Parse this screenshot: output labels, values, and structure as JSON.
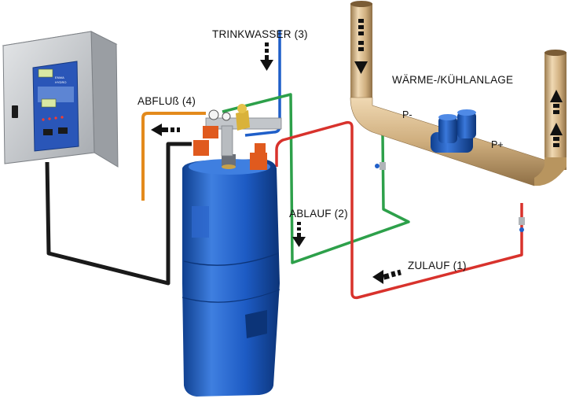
{
  "labels": {
    "trinkwasser": "TRINKWASSER (3)",
    "abfluss": "ABFLUß (4)",
    "ablauf": "ABLAUF (2)",
    "zulauf": "ZULAUF (1)",
    "anlage": "WÄRME-/KÜHLANLAGE",
    "p_minus": "P-",
    "p_plus": "P+"
  },
  "controller": {
    "brand": "ENWA",
    "model": "HYDRO"
  },
  "colors": {
    "drinking_water_line": "#1f5fc9",
    "drain_line": "#e38a1c",
    "return_line": "#2da04a",
    "supply_line": "#d8322c",
    "cable": "#1a1a1a",
    "vessel": "#1d5bc4",
    "pipe": "#cfae7e",
    "cabinet": "#c9ccd0",
    "valve": "#e05a1e"
  }
}
